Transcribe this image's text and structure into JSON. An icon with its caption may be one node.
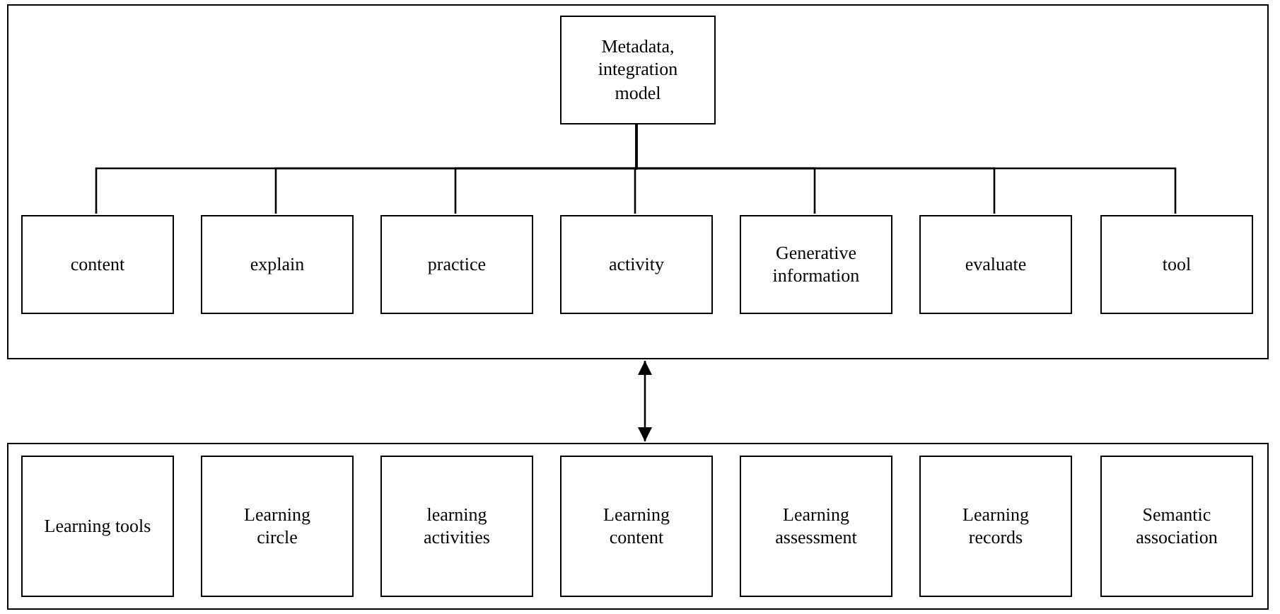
{
  "diagram": {
    "nodes": [
      {
        "text": [],
        "shape": "box"
      },
      {
        "text": [
          "Metadata, integration model"
        ],
        "in": 0
      },
      {
        "text": [
          "content"
        ],
        "in": 0
      },
      {
        "text": [
          "explain"
        ],
        "in": 0
      },
      {
        "text": [
          "practice"
        ],
        "in": 0
      },
      {
        "text": [
          "activity"
        ],
        "in": 0
      },
      {
        "text": [
          "Generative information"
        ],
        "in": 0
      },
      {
        "text": [
          "evaluate"
        ],
        "in": 0
      },
      {
        "text": [
          "tool"
        ],
        "in": 0
      },
      {
        "text": [],
        "shape": "box"
      },
      {
        "text": [
          "Learning tools"
        ],
        "in": 9
      },
      {
        "text": [
          "Learning circle"
        ],
        "in": 9
      },
      {
        "text": [
          "learning activities"
        ],
        "in": 9
      },
      {
        "text": [
          "Learning content"
        ],
        "in": 9
      },
      {
        "text": [
          "Learning assessment"
        ],
        "in": 9
      },
      {
        "text": [
          "Learning records"
        ],
        "in": 9
      },
      {
        "text": [
          "Semantic association"
        ],
        "in": 9
      }
    ],
    "edges": [
      {
        "from": 1,
        "to": 2,
        "arrow": "none"
      },
      {
        "from": 1,
        "to": 3,
        "arrow": "none"
      },
      {
        "from": 1,
        "to": 4,
        "arrow": "none"
      },
      {
        "from": 1,
        "to": 5,
        "arrow": "none"
      },
      {
        "from": 1,
        "to": 6,
        "arrow": "none"
      },
      {
        "from": 1,
        "to": 7,
        "arrow": "none"
      },
      {
        "from": 1,
        "to": 8,
        "arrow": "none"
      },
      {
        "from": 0,
        "to": 9,
        "arrow": "both"
      }
    ]
  }
}
